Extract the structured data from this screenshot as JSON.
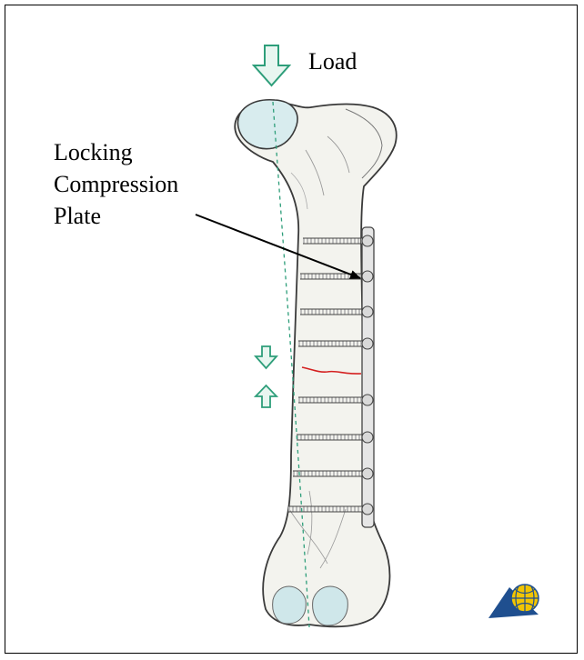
{
  "labels": {
    "load": "Load",
    "plate_lines": [
      "Locking",
      "Compression",
      "Plate"
    ]
  },
  "colors": {
    "arrow_green": "#2e9e7a",
    "arrow_fill": "#e8f6f0",
    "fracture_red": "#d42020",
    "bone_fill": "#f3f3ee",
    "bone_stroke": "#3a3a3a",
    "cartilage": "#cfe7ea",
    "logo_blue": "#1f4f8f",
    "logo_yellow": "#f2c500"
  },
  "icons": {
    "load_arrow": "down-arrow-icon",
    "compression_arrow": "down-arrow-icon",
    "tension_arrow": "up-arrow-icon",
    "logo": "ao-foundation-logo-icon"
  }
}
